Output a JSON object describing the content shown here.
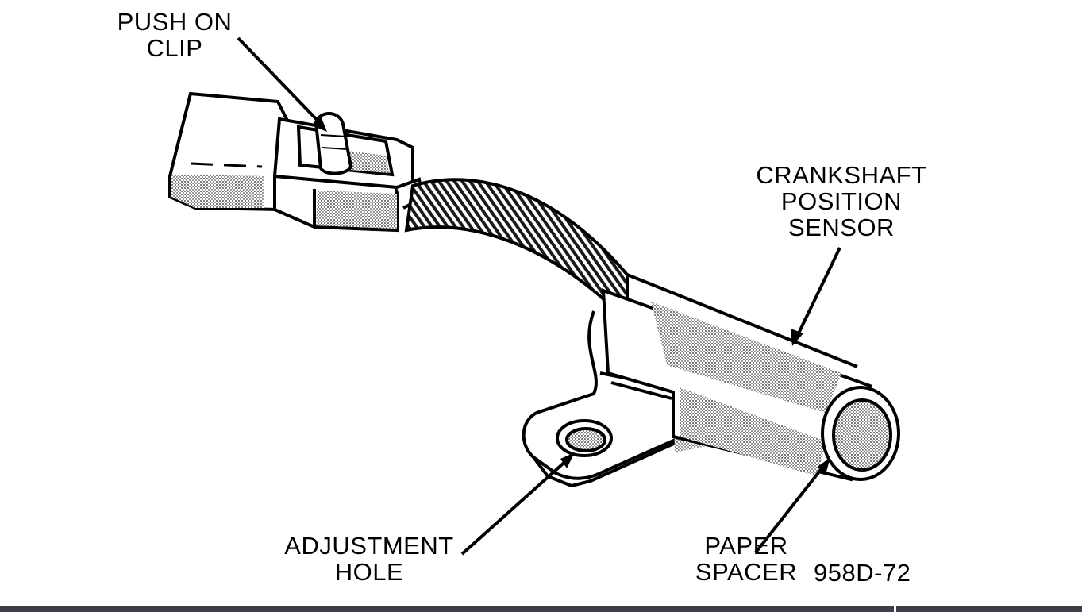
{
  "diagram": {
    "labels": {
      "push_on_clip": [
        "PUSH ON",
        "CLIP"
      ],
      "crankshaft_sensor": [
        "CRANKSHAFT",
        "POSITION",
        "SENSOR"
      ],
      "adjustment_hole": [
        "ADJUSTMENT",
        "HOLE"
      ],
      "paper_spacer": [
        "PAPER",
        "SPACER"
      ],
      "figure_id": "958D-72"
    },
    "colors": {
      "ink": "#000000",
      "paper": "#ffffff",
      "shade": "#bdbdbd",
      "bottom_bar": "#3a3f4a"
    }
  }
}
